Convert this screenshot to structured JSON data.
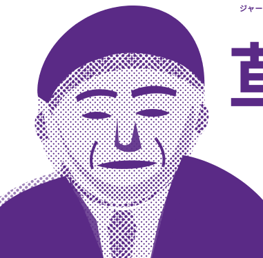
{
  "colors": {
    "ink": "#5a2a86",
    "background": "#ffffff"
  },
  "caption": "ジャー",
  "headline_char": "草",
  "portrait": {
    "icon": "halftone-portrait-illustration"
  }
}
